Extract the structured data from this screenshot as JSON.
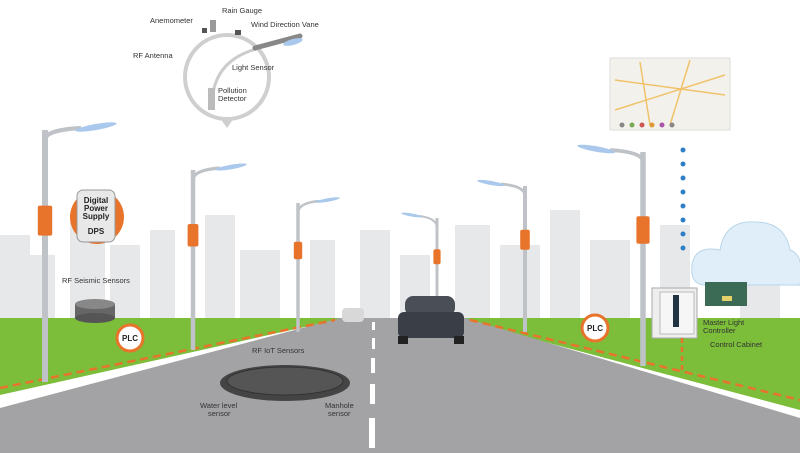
{
  "callout": {
    "anemometer": "Anemometer",
    "rain_gauge": "Rain Gauge",
    "wind_vane": "Wind Direction Vane",
    "rf_antenna": "RF Antenna",
    "light_sensor": "Light Sensor",
    "pollution_1": "Pollution",
    "pollution_2": "Detector"
  },
  "dps": {
    "line1": "Digital",
    "line2": "Power",
    "line3": "Supply",
    "badge": "DPS"
  },
  "seismic_label": "RF Seismic Sensors",
  "plc_left": "PLC",
  "plc_right": "PLC",
  "iot_label": "RF IoT Sensors",
  "water_level_1": "Water level",
  "water_level_2": "sensor",
  "manhole_1": "Manhole",
  "manhole_2": "sensor",
  "master_1": "Master Light",
  "master_2": "Controller",
  "cabinet": "Control Cabinet",
  "colors": {
    "grass": "#7cbd3a",
    "road": "#a3a3a5",
    "orange": "#e8742c",
    "lamp": "#a9c8ec",
    "dots": "#2f7fc6"
  }
}
